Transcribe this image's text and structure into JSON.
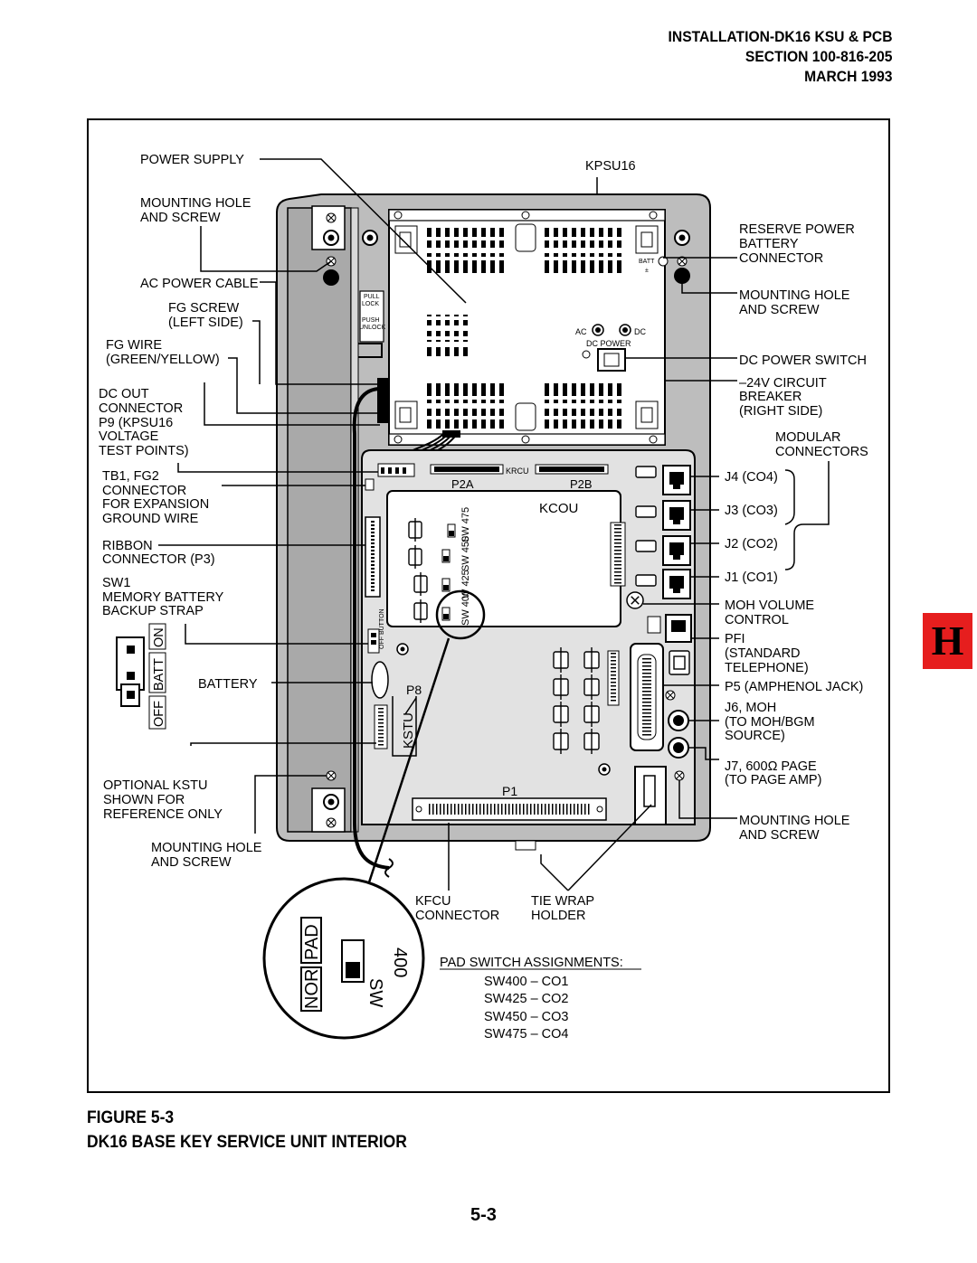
{
  "header": {
    "line1": "INSTALLATION-DK16 KSU & PCB",
    "line2": "SECTION 100-816-205",
    "line3": "MARCH 1993"
  },
  "caption": {
    "figure": "FIGURE 5-3",
    "title": "DK16 BASE KEY SERVICE UNIT INTERIOR"
  },
  "page_number": "5-3",
  "section_tab": "H",
  "labels_left": {
    "power_supply": "POWER SUPPLY",
    "mounting_hole_1": "MOUNTING HOLE",
    "mounting_hole_2": "AND SCREW",
    "ac_power_cable": "AC POWER CABLE",
    "fg_screw_1": "FG SCREW",
    "fg_screw_2": "(LEFT SIDE)",
    "fg_wire_1": "FG WIRE",
    "fg_wire_2": "(GREEN/YELLOW)",
    "dc_out_1": "DC OUT",
    "dc_out_2": "CONNECTOR",
    "dc_out_3": "P9 (KPSU16",
    "dc_out_4": "VOLTAGE",
    "dc_out_5": "TEST POINTS)",
    "tb1_1": "TB1, FG2",
    "tb1_2": "CONNECTOR",
    "tb1_3": "FOR EXPANSION",
    "tb1_4": "GROUND WIRE",
    "ribbon_1": "RIBBON",
    "ribbon_2": "CONNECTOR (P3)",
    "sw1_1": "SW1",
    "sw1_2": "MEMORY BATTERY",
    "sw1_3": "BACKUP STRAP",
    "battery": "BATTERY",
    "optional_1": "OPTIONAL KSTU",
    "optional_2": "SHOWN FOR",
    "optional_3": "REFERENCE ONLY",
    "mh_bottom_1": "MOUNTING HOLE",
    "mh_bottom_2": "AND SCREW",
    "strap_on": "ON",
    "strap_batt": "BATT",
    "strap_off": "OFF"
  },
  "labels_right": {
    "kpsu16": "KPSU16",
    "reserve_1": "RESERVE POWER",
    "reserve_2": "BATTERY",
    "reserve_3": "CONNECTOR",
    "mh_right_1": "MOUNTING HOLE",
    "mh_right_2": "AND SCREW",
    "dc_power_switch": "DC POWER SWITCH",
    "circuit_1": "–24V CIRCUIT",
    "circuit_2": "BREAKER",
    "circuit_3": "(RIGHT SIDE)",
    "modular_1": "MODULAR",
    "modular_2": "CONNECTORS",
    "j4": "J4 (CO4)",
    "j3": "J3 (CO3)",
    "j2": "J2 (CO2)",
    "j1": "J1 (CO1)",
    "moh_1": "MOH VOLUME",
    "moh_2": "CONTROL",
    "pfi_1": "PFI",
    "pfi_2": "(STANDARD",
    "pfi_3": "TELEPHONE)",
    "p5": "P5 (AMPHENOL JACK)",
    "j6_1": "J6, MOH",
    "j6_2": "(TO MOH/BGM",
    "j6_3": "SOURCE)",
    "j7_1": "J7, 600Ω PAGE",
    "j7_2": "(TO PAGE AMP)",
    "mh_br_1": "MOUNTING HOLE",
    "mh_br_2": "AND SCREW"
  },
  "board_labels": {
    "batt": "BATT",
    "pm": "±",
    "ac": "AC",
    "dc": "DC",
    "dc_power": "DC POWER",
    "pull": "PULL",
    "lock": "LOCK",
    "push": "PUSH",
    "unlock": "UNLOCK",
    "krcu": "KRCU",
    "p2a": "P2A",
    "p2b": "P2B",
    "kcou": "KCOU",
    "sw475": "SW 475",
    "sw450": "SW 450",
    "sw425": "W 425",
    "sw400": "SW 400",
    "p8": "P8",
    "kstu": "KSTU",
    "p1": "P1",
    "off_button": "OFF BUTTON"
  },
  "labels_bottom": {
    "kfcu_1": "KFCU",
    "kfcu_2": "CONNECTOR",
    "tie_1": "TIE WRAP",
    "tie_2": "HOLDER",
    "zoom_nor": "NOR",
    "zoom_pad": "PAD",
    "zoom_sw": "SW",
    "zoom_400": "400"
  },
  "pad_switch": {
    "title": "PAD SWITCH ASSIGNMENTS:",
    "items": [
      "SW400 – CO1",
      "SW425 – CO2",
      "SW450 – CO3",
      "SW475 – CO4"
    ]
  }
}
